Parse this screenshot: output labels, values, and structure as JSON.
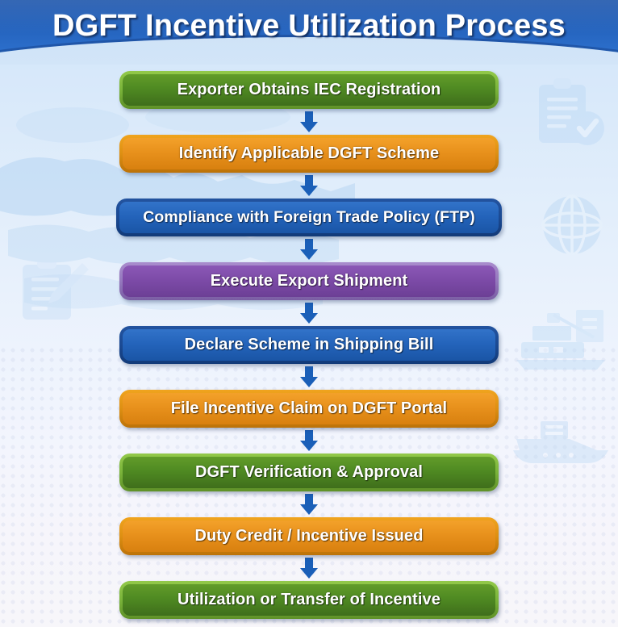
{
  "header": {
    "title": "DGFT Incentive Utilization Process",
    "bar_color": "#2361bb",
    "title_color": "#ffffff"
  },
  "background": {
    "watermarks": [
      {
        "name": "world-map-watermark",
        "label": "World Map"
      },
      {
        "name": "clipboard-check-icon",
        "label": "Clipboard with Checkmark"
      },
      {
        "name": "globe-icon",
        "label": "Globe"
      },
      {
        "name": "cargo-ship-icon",
        "label": "Cargo Ship"
      },
      {
        "name": "cargo-ship-icon-2",
        "label": "Cargo Ship"
      },
      {
        "name": "clipboard-pencil-icon",
        "label": "Clipboard with Pencil"
      }
    ]
  },
  "flow": {
    "arrow_icon": "arrow-down-icon",
    "arrow_color": "#1a5fb8",
    "steps": [
      {
        "step": 1,
        "label": "Exporter Obtains IEC Registration",
        "color": "green",
        "hex": "#4f8a22"
      },
      {
        "step": 2,
        "label": "Identify Applicable DGFT Scheme",
        "color": "orange",
        "hex": "#e8911c"
      },
      {
        "step": 3,
        "label": "Compliance with Foreign Trade Policy (FTP)",
        "color": "blue",
        "hex": "#2464bb"
      },
      {
        "step": 4,
        "label": "Execute Export Shipment",
        "color": "purple",
        "hex": "#7d4ba8"
      },
      {
        "step": 5,
        "label": "Declare Scheme in Shipping Bill",
        "color": "blue",
        "hex": "#2464bb"
      },
      {
        "step": 6,
        "label": "File Incentive Claim on DGFT Portal",
        "color": "orange",
        "hex": "#e8911c"
      },
      {
        "step": 7,
        "label": "DGFT Verification & Approval",
        "color": "green",
        "hex": "#4f8a22"
      },
      {
        "step": 8,
        "label": "Duty Credit / Incentive Issued",
        "color": "orange",
        "hex": "#e8911c"
      },
      {
        "step": 9,
        "label": "Utilization or Transfer of Incentive",
        "color": "green",
        "hex": "#4f8a22"
      }
    ]
  }
}
